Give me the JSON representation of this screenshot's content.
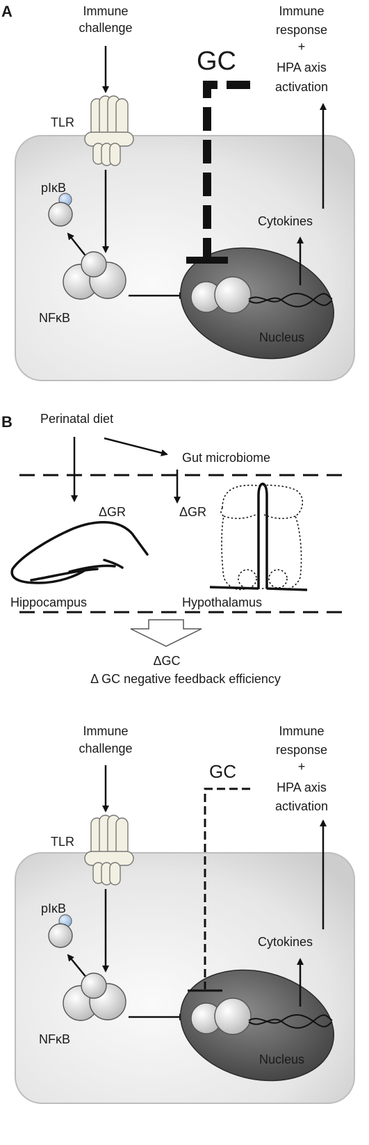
{
  "panel_a": {
    "panel_label": "A",
    "immune_challenge": [
      "Immune",
      "challenge"
    ],
    "immune_response": [
      "Immune",
      "response",
      "+",
      "HPA axis",
      "activation"
    ],
    "gc": "GC",
    "tlr": "TLR",
    "pikb": "pIκB",
    "nfkb": "NFκB",
    "cytokines": "Cytokines",
    "nucleus": "Nucleus"
  },
  "panel_b": {
    "panel_label": "B",
    "perinatal_diet": "Perinatal diet",
    "gut_microbiome": "Gut microbiome",
    "delta_gr_left": "ΔGR",
    "delta_gr_right": "ΔGR",
    "hippocampus": "Hippocampus",
    "hypothalamus": "Hypothalamus",
    "delta_gc": "ΔGC",
    "feedback": "Δ GC negative feedback efficiency"
  },
  "panel_c": {
    "immune_challenge": [
      "Immune",
      "challenge"
    ],
    "immune_response": [
      "Immune",
      "response",
      "+",
      "HPA axis",
      "activation"
    ],
    "gc": "GC",
    "tlr": "TLR",
    "pikb": "pIκB",
    "nfkb": "NFκB",
    "cytokines": "Cytokines",
    "nucleus": "Nucleus"
  },
  "colors": {
    "cell_fill": "#e8e8e8",
    "nucleus_fill": "#5a5a5a",
    "receptor_fill": "#f2f0e2",
    "phospho_blue": "#a9c6e8"
  }
}
